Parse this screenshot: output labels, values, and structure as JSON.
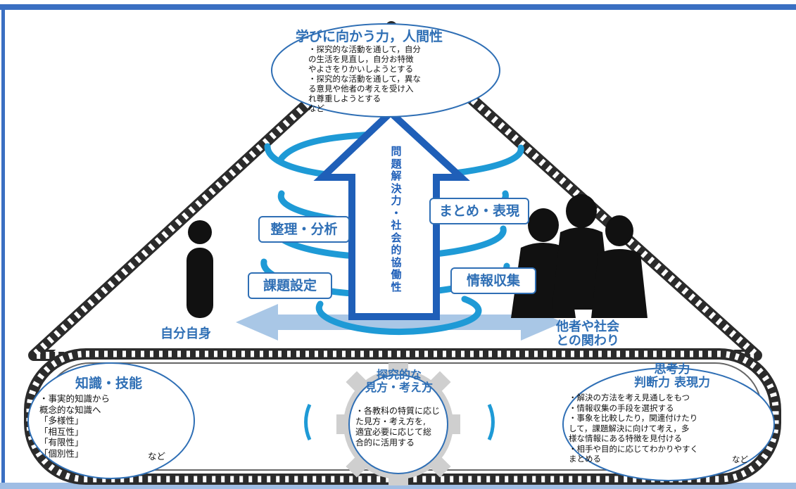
{
  "top": {
    "title": "学びに向かう力，人間性",
    "lines": [
      "・探究的な活動を通して，自分",
      "  の生活を見直し，自分お特徴",
      "  やよさをりかいしようとする",
      "・探究的な活動を通して，異な",
      "  る意見や他者の考えを受け入",
      "  れ尊重しようとする",
      "  など"
    ]
  },
  "arrow_text": [
    "問",
    "題",
    "解",
    "決",
    "力",
    "・",
    "社",
    "会",
    "的",
    "協",
    "働",
    "性"
  ],
  "cycle": {
    "kadai": "課題設定",
    "seiri": "整理・分析",
    "matome": "まとめ・表現",
    "joho": "情報収集"
  },
  "left_label": "自分自身",
  "right_label": [
    "他者や社会",
    "との関わり"
  ],
  "left": {
    "title": "知識・技能",
    "lines": [
      "・事実的知識から",
      "  概念的な知識へ",
      "  「多様性」",
      "  「相互性」",
      "  「有限性」",
      "  「個別性」"
    ],
    "nado": "など"
  },
  "center": {
    "title": [
      "探究的な",
      "見方・考え方"
    ],
    "lines": [
      "・各教科の特質に応じ",
      "  た見方・考え方を,",
      "  適宜必要に応じて総",
      "  合的に活用する"
    ]
  },
  "right": {
    "title": [
      "思考力",
      "判断力 表現力"
    ],
    "lines": [
      "・解決の方法を考え見通しをもつ",
      "・情報収集の手段を選択する",
      "・事象を比較したり，関連付けたり",
      "  して，課題解決に向けて考え，多",
      "  様な情報にある特徴を見付ける",
      "・相手や目的に応じてわかりやすく",
      "  まとめる"
    ],
    "nado": "など"
  },
  "colors": {
    "accent_blue": "#2f6fb5",
    "spiral_blue": "#1e9ad6",
    "light_arrow": "#a9c7e6",
    "belt_gray": "#444444",
    "frame_blue": "#3a6fc2"
  }
}
